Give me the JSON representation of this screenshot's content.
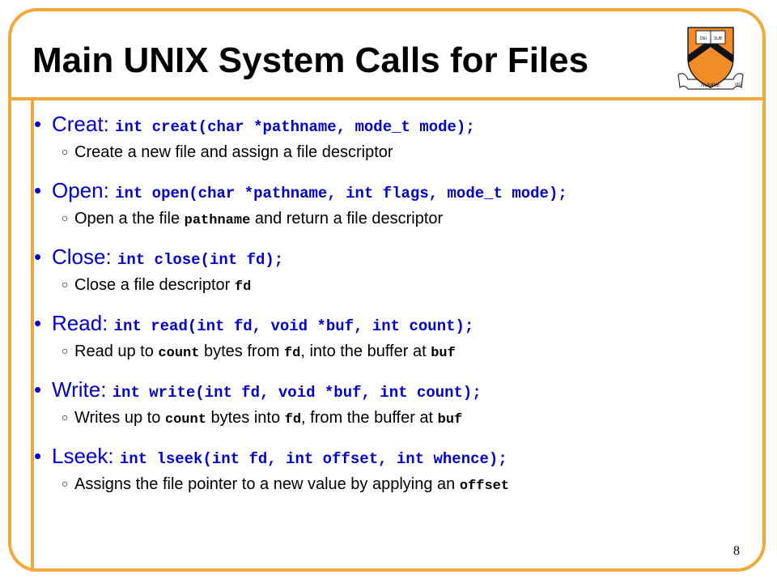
{
  "slide": {
    "title": "Main UNIX System Calls for Files",
    "page_number": "8",
    "logo_text": [
      "DEI",
      "SUB",
      "NUMINE",
      "VIG"
    ]
  },
  "colors": {
    "accent_orange": "#f2a93b",
    "bullet_blue": "#0000cc",
    "text_black": "#000000"
  },
  "icons": {
    "bullet": "•",
    "sub_bullet": "○",
    "logo": "princeton-shield-icon"
  },
  "items": [
    {
      "label": "Creat:",
      "signature": "int creat(char *pathname, mode_t mode);",
      "desc": [
        {
          "t": "text",
          "v": "Create a new file and assign a file descriptor"
        }
      ]
    },
    {
      "label": "Open:",
      "signature": "int open(char *pathname, int flags, mode_t mode);",
      "desc": [
        {
          "t": "text",
          "v": "Open a the file "
        },
        {
          "t": "code",
          "v": "pathname"
        },
        {
          "t": "text",
          "v": " and return a file descriptor"
        }
      ]
    },
    {
      "label": "Close:",
      "signature": "int close(int fd);",
      "desc": [
        {
          "t": "text",
          "v": "Close a file descriptor "
        },
        {
          "t": "code",
          "v": "fd"
        }
      ]
    },
    {
      "label": "Read:",
      "signature": "int read(int fd, void *buf, int count);",
      "desc": [
        {
          "t": "text",
          "v": "Read up to "
        },
        {
          "t": "code",
          "v": "count"
        },
        {
          "t": "text",
          "v": " bytes from "
        },
        {
          "t": "code",
          "v": "fd"
        },
        {
          "t": "text",
          "v": ", into the buffer at "
        },
        {
          "t": "code",
          "v": "buf"
        }
      ]
    },
    {
      "label": "Write:",
      "signature": "int write(int fd, void *buf, int count);",
      "desc": [
        {
          "t": "text",
          "v": "Writes up to "
        },
        {
          "t": "code",
          "v": "count"
        },
        {
          "t": "text",
          "v": " bytes into "
        },
        {
          "t": "code",
          "v": "fd"
        },
        {
          "t": "text",
          "v": ", from the buffer at "
        },
        {
          "t": "code",
          "v": "buf"
        }
      ]
    },
    {
      "label": "Lseek:",
      "signature": "int lseek(int fd, int offset, int whence);",
      "desc": [
        {
          "t": "text",
          "v": "Assigns the file pointer to a new value by applying an "
        },
        {
          "t": "code",
          "v": "offset"
        }
      ]
    }
  ]
}
